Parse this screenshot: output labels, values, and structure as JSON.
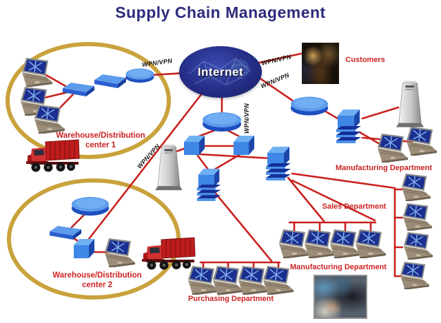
{
  "title": "Supply Chain Management",
  "internet": {
    "label": "Internet"
  },
  "vpn_label": "WPN/VPN",
  "groups": {
    "warehouse1": {
      "label_line1": "Warehouse/Distribution",
      "label_line2": "center 1"
    },
    "warehouse2": {
      "label_line1": "Warehouse/Distribution",
      "label_line2": "center 2"
    },
    "customers": {
      "label": "Customers"
    },
    "manufacturing_top": {
      "label": "Manufacturing Department"
    },
    "sales": {
      "label": "Sales Department"
    },
    "manufacturing_bottom": {
      "label": "Manufacturing Department"
    },
    "purchasing": {
      "label": "Purchasing Department"
    }
  },
  "icons": [
    "internet-cloud-icon",
    "laptop-icon",
    "switch-icon",
    "hub-disk-icon",
    "router-disk-icon",
    "server-tower-icon",
    "stacked-switch-icon",
    "truck-icon",
    "customers-photo",
    "office-photo",
    "lan-ring"
  ],
  "colors": {
    "line_red": "#c9201d",
    "label_red": "#cc2222",
    "title_navy": "#2b2b7d",
    "ring_gold": "#c9a23c",
    "device_blue": "#4d92e8",
    "cloud_navy": "#252e86"
  }
}
